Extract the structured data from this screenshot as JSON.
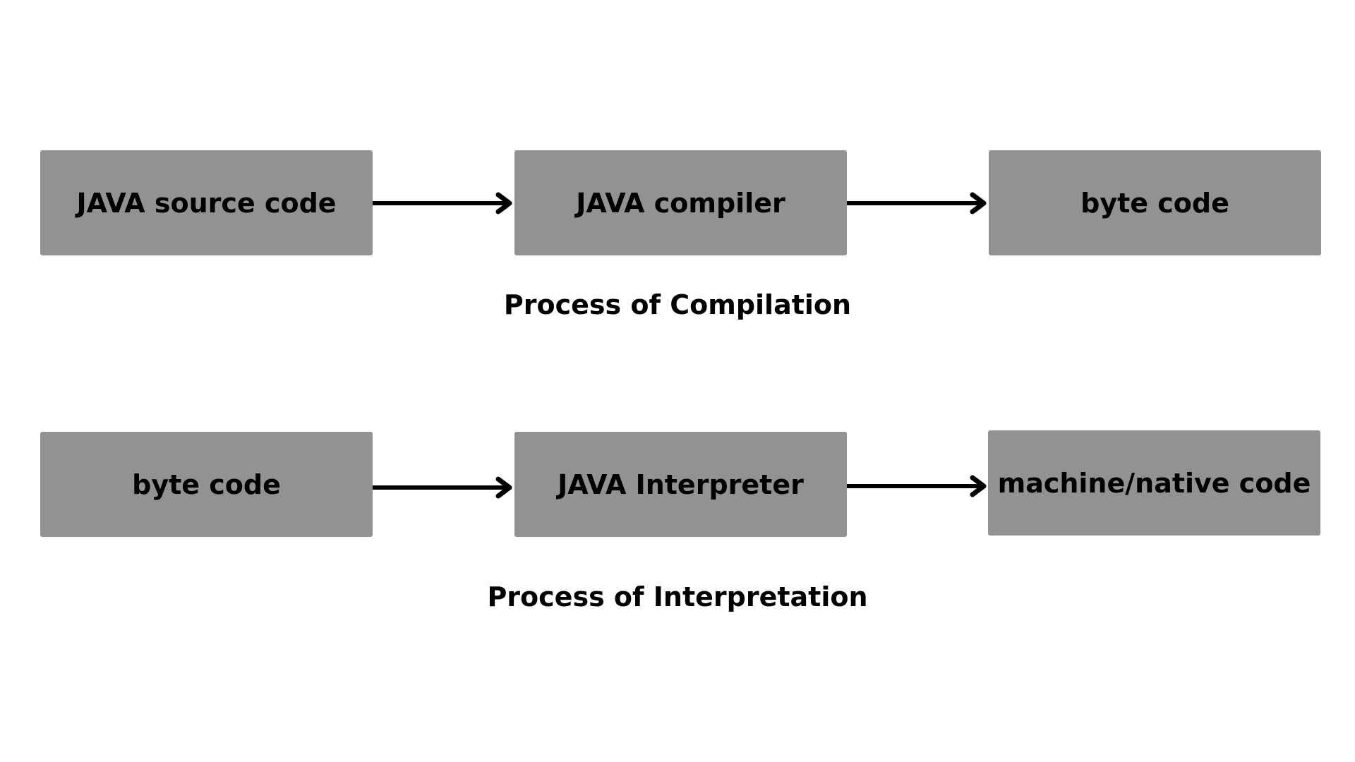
{
  "colors": {
    "box_fill": "#929292",
    "text": "#000000",
    "arrow": "#000000",
    "background": "#ffffff"
  },
  "compilation": {
    "step1": "JAVA source code",
    "step2": "JAVA compiler",
    "step3": "byte code",
    "caption": "Process of Compilation"
  },
  "interpretation": {
    "step1": "byte code",
    "step2": "JAVA Interpreter",
    "step3": "machine/native code",
    "caption": "Process of Interpretation"
  }
}
